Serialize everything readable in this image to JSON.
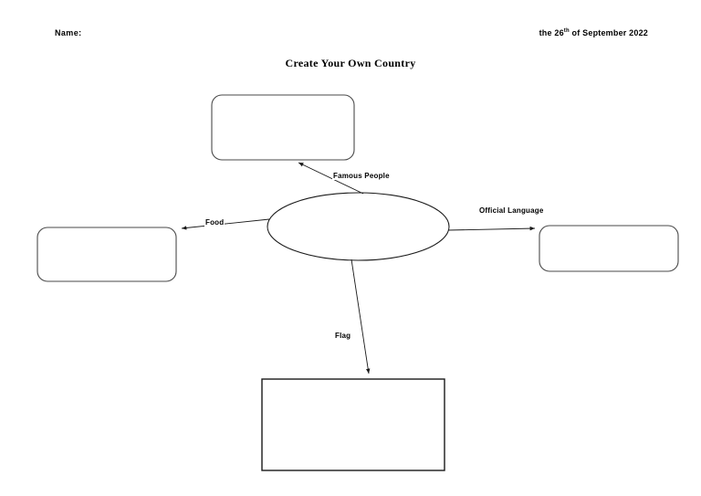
{
  "document": {
    "type": "worksheet",
    "title": "Create Your Own Country",
    "background_color": "#ffffff",
    "stroke_color": "#1a1a1a"
  },
  "header": {
    "name_label": "Name:",
    "date_prefix": "the 26",
    "date_ordinal": "th",
    "date_suffix": " of September 2022"
  },
  "diagram": {
    "center": {
      "shape": "ellipse",
      "text": ""
    },
    "branches": [
      {
        "key": "famous-people",
        "label": "Famous People",
        "box_text": "",
        "box_shape": "rounded-rectangle",
        "direction": "up"
      },
      {
        "key": "food",
        "label": "Food",
        "box_text": "",
        "box_shape": "rounded-rectangle",
        "direction": "left"
      },
      {
        "key": "official-language",
        "label": "Official Language",
        "box_text": "",
        "box_shape": "rounded-rectangle",
        "direction": "right"
      },
      {
        "key": "flag",
        "label": "Flag",
        "box_text": "",
        "box_shape": "rectangle",
        "direction": "down"
      }
    ]
  }
}
